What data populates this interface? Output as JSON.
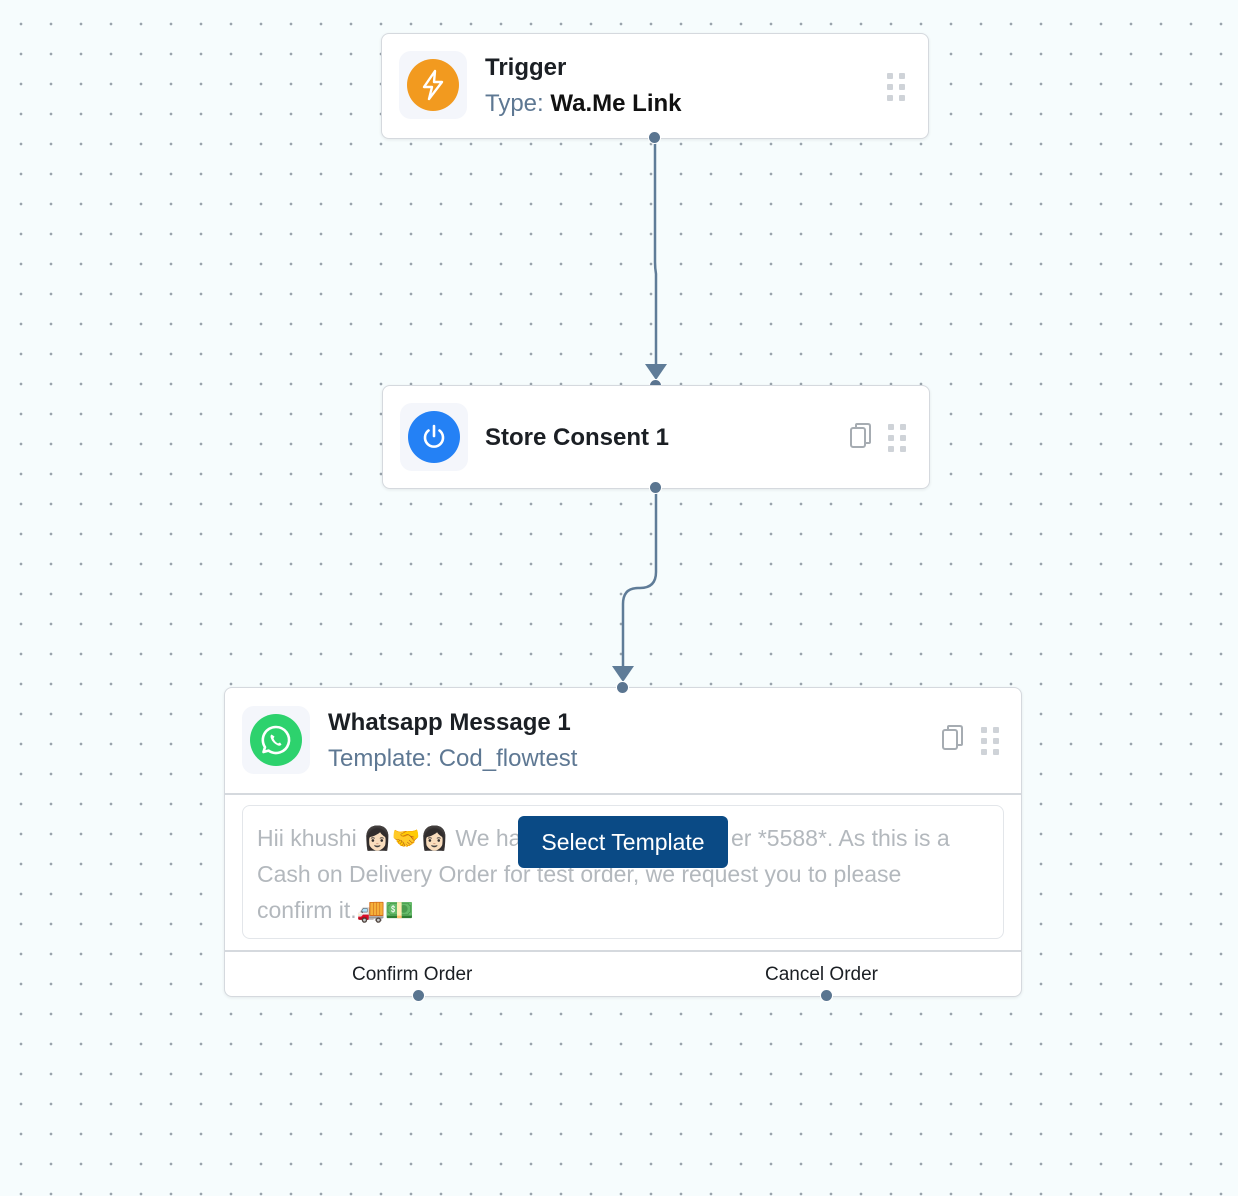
{
  "colors": {
    "canvas_bg": "#f6fcfd",
    "edge": "#5f7c98",
    "trigger_icon_bg": "#f29a1f",
    "consent_icon_bg": "#2481f5",
    "whatsapp_icon_bg": "#2dd26d",
    "select_button_bg": "#0a4a85"
  },
  "nodes": {
    "trigger": {
      "title": "Trigger",
      "type_key": "Type:",
      "type_value": "Wa.Me Link",
      "icon": "lightning-icon"
    },
    "store_consent": {
      "title": "Store Consent 1",
      "icon": "power-icon"
    },
    "whatsapp": {
      "title": "Whatsapp Message 1",
      "template_line": "Template: Cod_flowtest",
      "icon": "whatsapp-icon",
      "message_line1_start": "Hii khushi 👩🏻‍🤝‍👩🏻 We have",
      "message_line1_end": "er *5588*. As this is a",
      "message_line2": "Cash on Delivery Order for test order, we request you to please",
      "message_line3": "confirm it.🚚💵",
      "select_template_label": "Select Template",
      "buttons": [
        "Confirm Order",
        "Cancel Order"
      ]
    }
  }
}
